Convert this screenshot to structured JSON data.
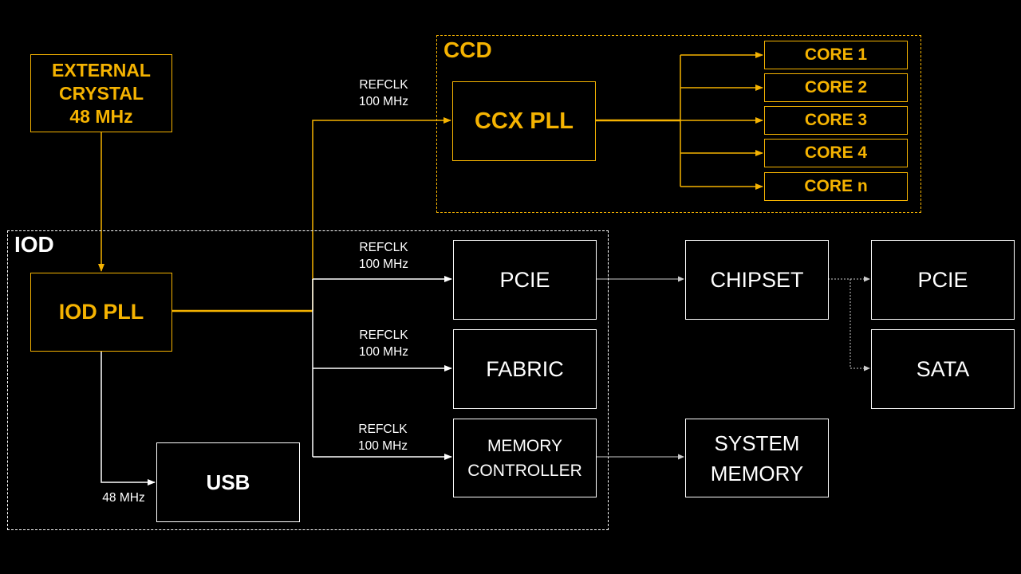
{
  "colors": {
    "background": "#000000",
    "accent": "#f5b301",
    "foreground": "#ffffff"
  },
  "groups": {
    "ccd": {
      "label": "CCD"
    },
    "iod": {
      "label": "IOD"
    }
  },
  "blocks": {
    "external_crystal": "EXTERNAL\nCRYSTAL\n48 MHz",
    "iod_pll": "IOD PLL",
    "ccx_pll": "CCX PLL",
    "cores": [
      "CORE 1",
      "CORE 2",
      "CORE 3",
      "CORE 4",
      "CORE n"
    ],
    "pcie": "PCIE",
    "fabric": "FABRIC",
    "memory_controller": "MEMORY\nCONTROLLER",
    "usb": "USB",
    "chipset": "CHIPSET",
    "system_memory": "SYSTEM\nMEMORY",
    "chipset_pcie": "PCIE",
    "sata": "SATA"
  },
  "labels": {
    "refclk_ccx": "REFCLK\n100 MHz",
    "refclk_pcie": "REFCLK\n100 MHz",
    "refclk_fabric": "REFCLK\n100 MHz",
    "refclk_memory": "REFCLK\n100 MHz",
    "usb_clock": "48 MHz"
  }
}
